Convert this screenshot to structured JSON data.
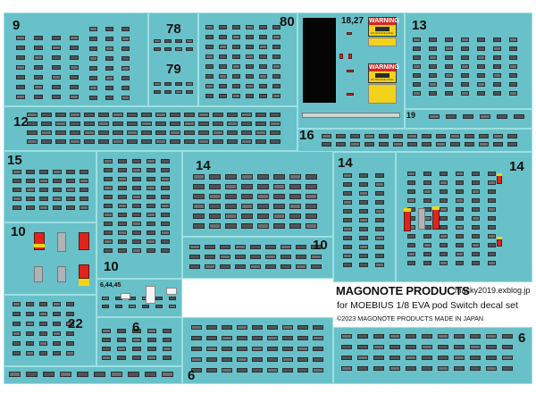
{
  "sheet": {
    "title": "MAGONOTE PRODUCTS",
    "blog": "macky2019.exblog.jp",
    "subtitle": "for MOEBIUS 1/8 EVA pod Switch decal set",
    "copyright": "©2023 MAGONOTE PRODUCTS MADE IN JAPAN"
  },
  "panel_numbers": {
    "p9": "9",
    "p78": "78",
    "p79": "79",
    "p80": "80",
    "p1827": "18,27",
    "p13": "13",
    "p19": "19",
    "p12": "12",
    "p16": "16",
    "p15": "15",
    "p14a": "14",
    "p14b": "14",
    "p14c": "14",
    "p10a": "10",
    "p10b": "10",
    "p10c": "10",
    "p6a": "6",
    "p6b": "6",
    "p6c": "6",
    "p22": "22",
    "p64445": "6,44,45"
  },
  "warning": {
    "label": "WARNING",
    "text": "MY ENGINE DRILL"
  },
  "colors": {
    "decal_background": "#68c1c8",
    "switch": "#4e5457",
    "warning_yellow": "#f2d21a",
    "warning_red": "#d8261f"
  }
}
